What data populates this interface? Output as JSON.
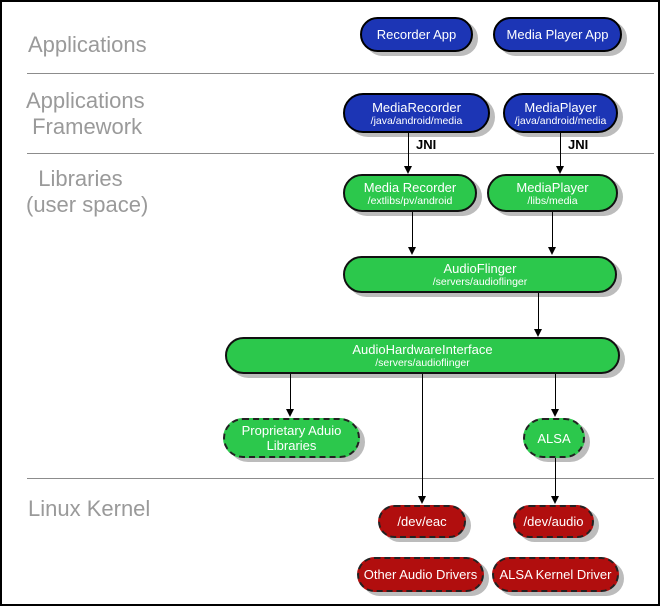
{
  "sections": {
    "applications": {
      "label": "Applications"
    },
    "framework": {
      "label": "Applications\n Framework"
    },
    "libraries": {
      "label": "  Libraries\n(user space)"
    },
    "kernel": {
      "label": "Linux Kernel"
    }
  },
  "nodes": {
    "recorder_app": {
      "label": "Recorder App"
    },
    "media_player_app": {
      "label": "Media Player App"
    },
    "media_recorder_fw": {
      "label": "MediaRecorder",
      "path": "/java/android/media"
    },
    "media_player_fw": {
      "label": "MediaPlayer",
      "path": "/java/android/media"
    },
    "media_recorder_lib": {
      "label": "Media Recorder",
      "path": "/extlibs/pv/android"
    },
    "media_player_lib": {
      "label": "MediaPlayer",
      "path": "/libs/media"
    },
    "audio_flinger": {
      "label": "AudioFlinger",
      "path": "/servers/audioflinger"
    },
    "audio_hardware_interface": {
      "label": "AudioHardwareInterface",
      "path": "/servers/audioflinger"
    },
    "proprietary_audio_libraries": {
      "label": "Proprietary Aduio Libraries"
    },
    "alsa": {
      "label": "ALSA"
    },
    "dev_eac": {
      "label": "/dev/eac"
    },
    "dev_audio": {
      "label": "/dev/audio"
    },
    "other_audio_drivers": {
      "label": "Other Audio Drivers"
    },
    "alsa_kernel_driver": {
      "label": "ALSA Kernel Driver"
    }
  },
  "edges": {
    "jni_left": "JNI",
    "jni_right": "JNI"
  },
  "colors": {
    "app_blue": "#1c35b5",
    "lib_green": "#2cc84c",
    "kernel_red": "#b10e0e",
    "shadow": "#bcbcbc",
    "label_gray": "#9a9a9a",
    "divider_gray": "#8c8c8c",
    "edge_black": "#000000"
  }
}
